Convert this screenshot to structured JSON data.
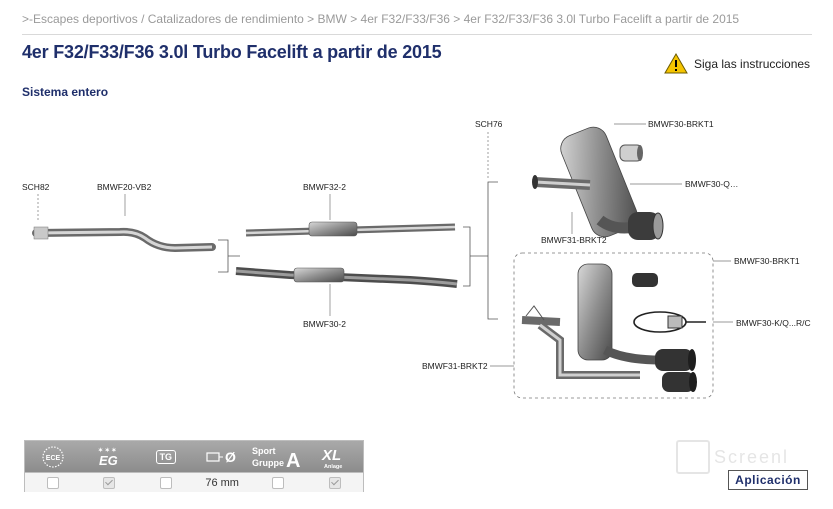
{
  "breadcrumb": {
    "items": [
      ">-Escapes deportivos",
      "Catalizadores de rendimiento",
      "BMW",
      "4er F32/F33/F36",
      "4er F32/F33/F36 3.0l Turbo Facelift a partir de 2015"
    ],
    "sep1": " / ",
    "sep2": " > ",
    "sep3": " > ",
    "sep4": " > "
  },
  "page_title": "4er F32/F33/F36 3.0l Turbo Facelift a partir de 2015",
  "warning_text": "Siga las instrucciones",
  "section_title": "Sistema entero",
  "parts": {
    "sch82": "SCH82",
    "bmwf20_vb2": "BMWF20-VB2",
    "bmwf32_2": "BMWF32-2",
    "bmwf30_2": "BMWF30-2",
    "sch76": "SCH76",
    "bmwf30_brkt1_a": "BMWF30-BRKT1",
    "bmwf30_q": "BMWF30-Q…",
    "bmwf31_brkt2_a": "BMWF31-BRKT2",
    "bmwf30_brkt1_b": "BMWF30-BRKT1",
    "bmwf30_kq": "BMWF30-K/Q...R/C",
    "bmwf31_brkt2_b": "BMWF31-BRKT2"
  },
  "features": {
    "headers": [
      "ECE",
      "EG",
      "TG",
      "Ø",
      "Sport Gruppe A",
      "XL Anlage"
    ],
    "ece": "ECE",
    "eg": "EG",
    "tg": "TG",
    "dia": "Ø",
    "sport_top": "Sport",
    "sport_mid": "Gruppe",
    "sport_big": "A",
    "xl_big": "XL",
    "xl_small": "Anlage",
    "diameter_value": "76 mm",
    "checks": {
      "ece": false,
      "eg": true,
      "tg": false,
      "sport": false,
      "xl": true
    }
  },
  "watermark": "Screenl",
  "application_button": "Aplicación"
}
